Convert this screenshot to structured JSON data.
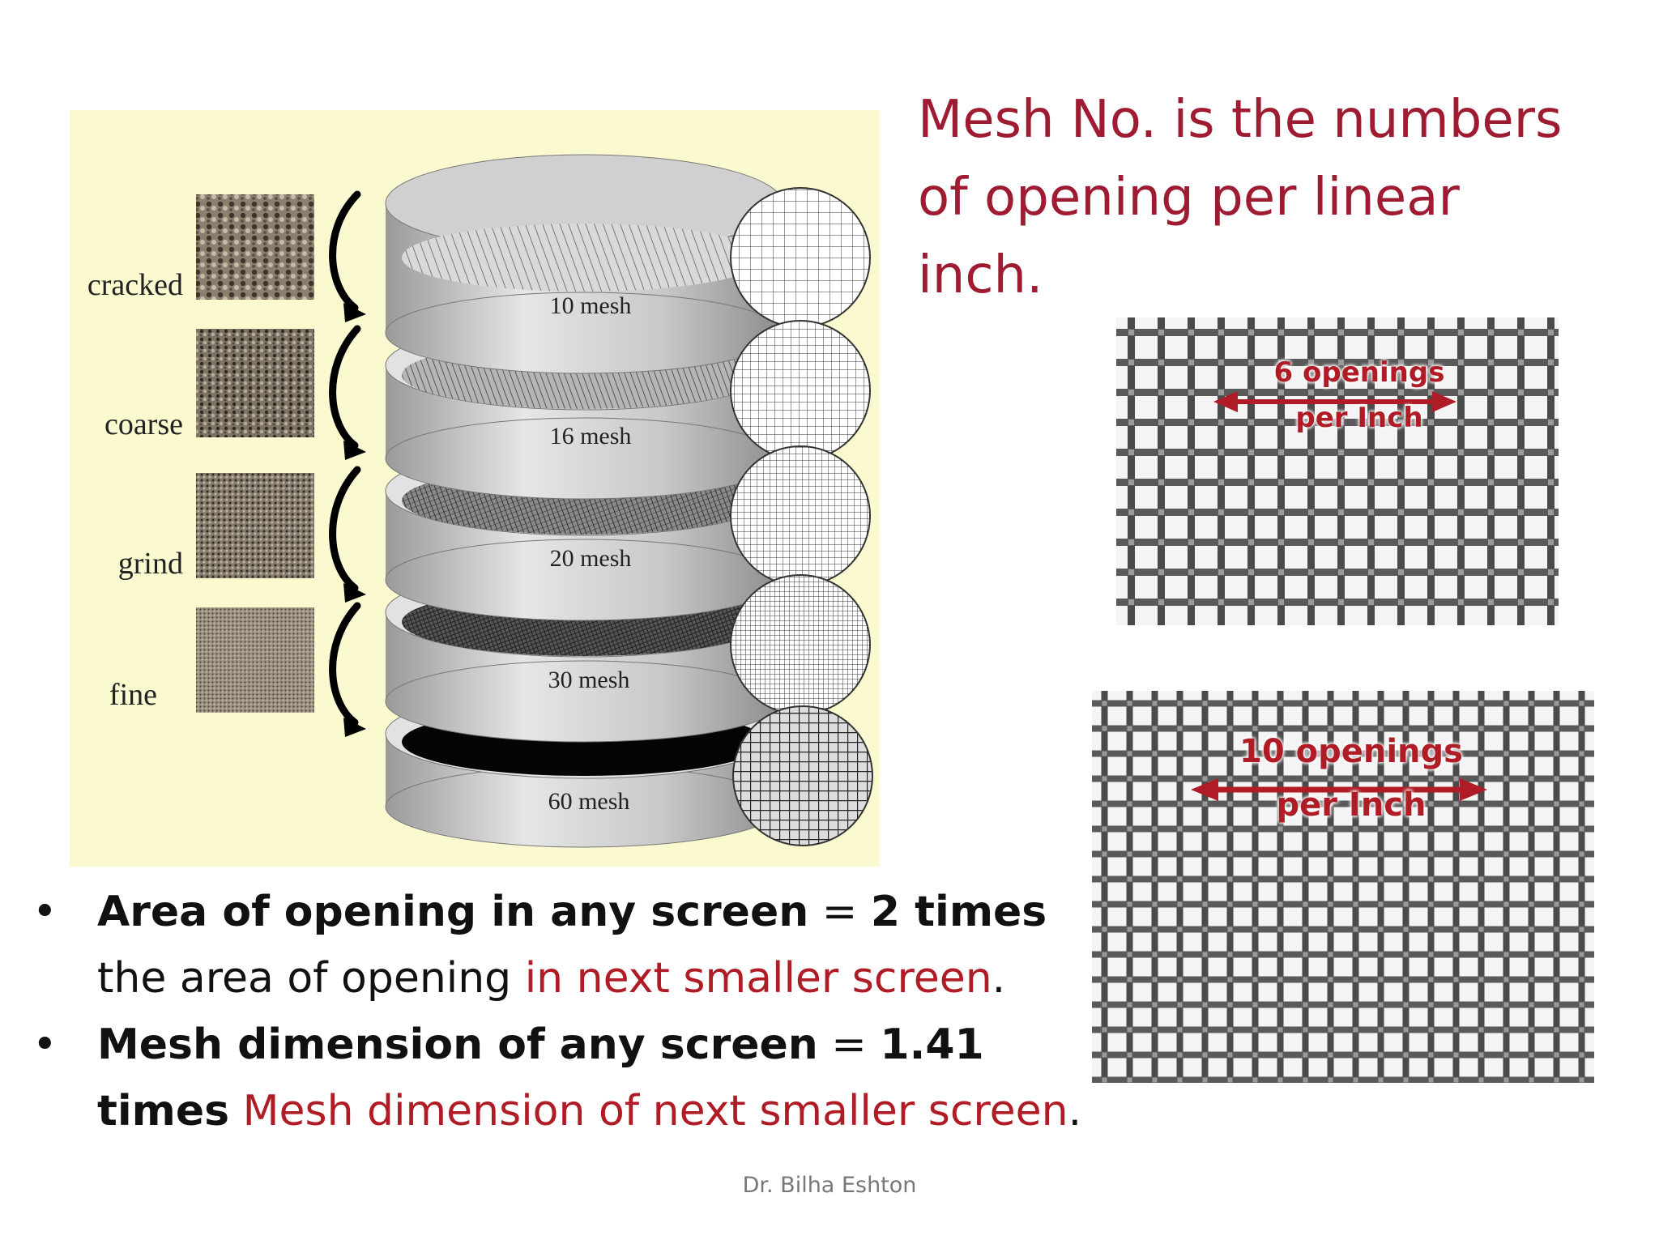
{
  "heading": {
    "line1": "Mesh No. is the numbers",
    "line2": "of opening per linear",
    "line3": "inch."
  },
  "sieve_figure": {
    "grades": [
      "cracked",
      "coarse",
      "grind",
      "fine"
    ],
    "meshes": [
      "10 mesh",
      "16 mesh",
      "20 mesh",
      "30 mesh",
      "60 mesh"
    ]
  },
  "mesh_photo_6": {
    "count": "6 openings",
    "unit": "per Inch"
  },
  "mesh_photo_10": {
    "count": "10 openings",
    "unit": "per Inch"
  },
  "bullets": [
    {
      "bold1": "Area of opening in any screen",
      "eq": " = ",
      "bold2": "2 times",
      "text1": " the area of opening ",
      "red": "in next smaller screen",
      "end": "."
    },
    {
      "bold1": "Mesh dimension of any screen",
      "eq": " = ",
      "bold2": "1.41 times",
      "text1": " ",
      "red": "Mesh dimension of next smaller screen",
      "end": "."
    }
  ],
  "bullet_symbol": "•",
  "footer": "Dr. Bilha Eshton",
  "colors": {
    "heading": "#9e1b32",
    "highlight": "#b01c25",
    "figure_bg": "#fbf9cf"
  }
}
